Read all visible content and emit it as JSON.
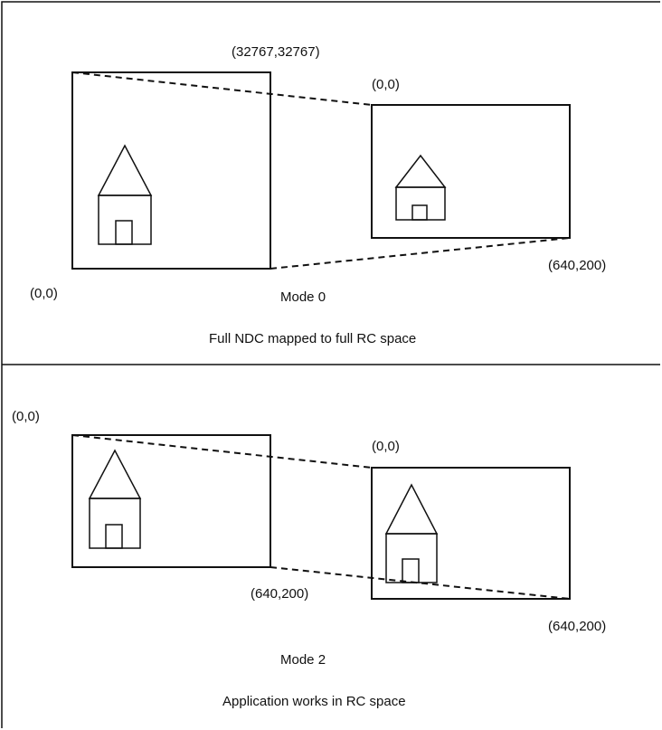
{
  "colors": {
    "ink": "#111111",
    "background": "#ffffff"
  },
  "panels": [
    {
      "id": "mode-0",
      "labels": {
        "ndc_top_right": "(32767,32767)",
        "ndc_bottom_left": "(0,0)",
        "rc_top_left": "(0,0)",
        "rc_bottom_right": "(640,200)"
      },
      "mode": "Mode 0",
      "caption": "Full NDC mapped to full RC space"
    },
    {
      "id": "mode-2",
      "labels": {
        "app_top_left": "(0,0)",
        "app_bottom_right": "(640,200)",
        "rc_top_left": "(0,0)",
        "rc_bottom_right": "(640,200)"
      },
      "mode": "Mode 2",
      "caption": "Application works in RC space"
    }
  ]
}
